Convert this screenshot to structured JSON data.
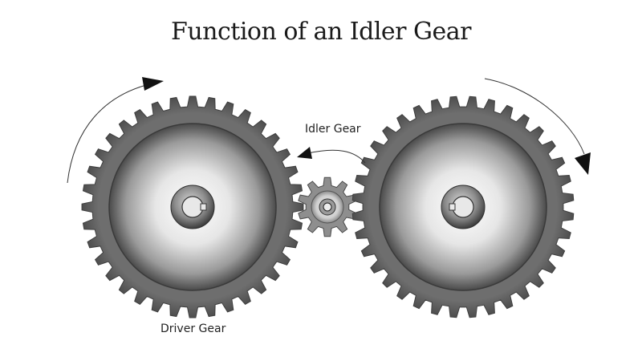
{
  "title": "Function of an Idler Gear",
  "labels": {
    "idler": "Idler Gear",
    "driver": "Driver Gear"
  },
  "gears": [
    {
      "name": "driver-gear",
      "teeth": 36
    },
    {
      "name": "idler-gear",
      "teeth": 10
    },
    {
      "name": "driven-gear",
      "teeth": 36
    }
  ],
  "colors": {
    "gear_rim": "#5a5a5a",
    "gear_body_light": "#ffffff",
    "gear_body_dark": "#3a3a3a",
    "arrow": "#111111"
  }
}
